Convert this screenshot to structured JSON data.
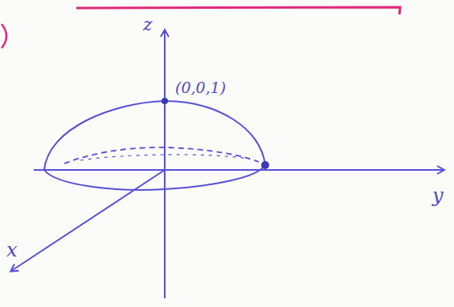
{
  "diagram": {
    "labels": [
      "z",
      "(0,0,1)",
      "x",
      "y"
    ]
  }
}
